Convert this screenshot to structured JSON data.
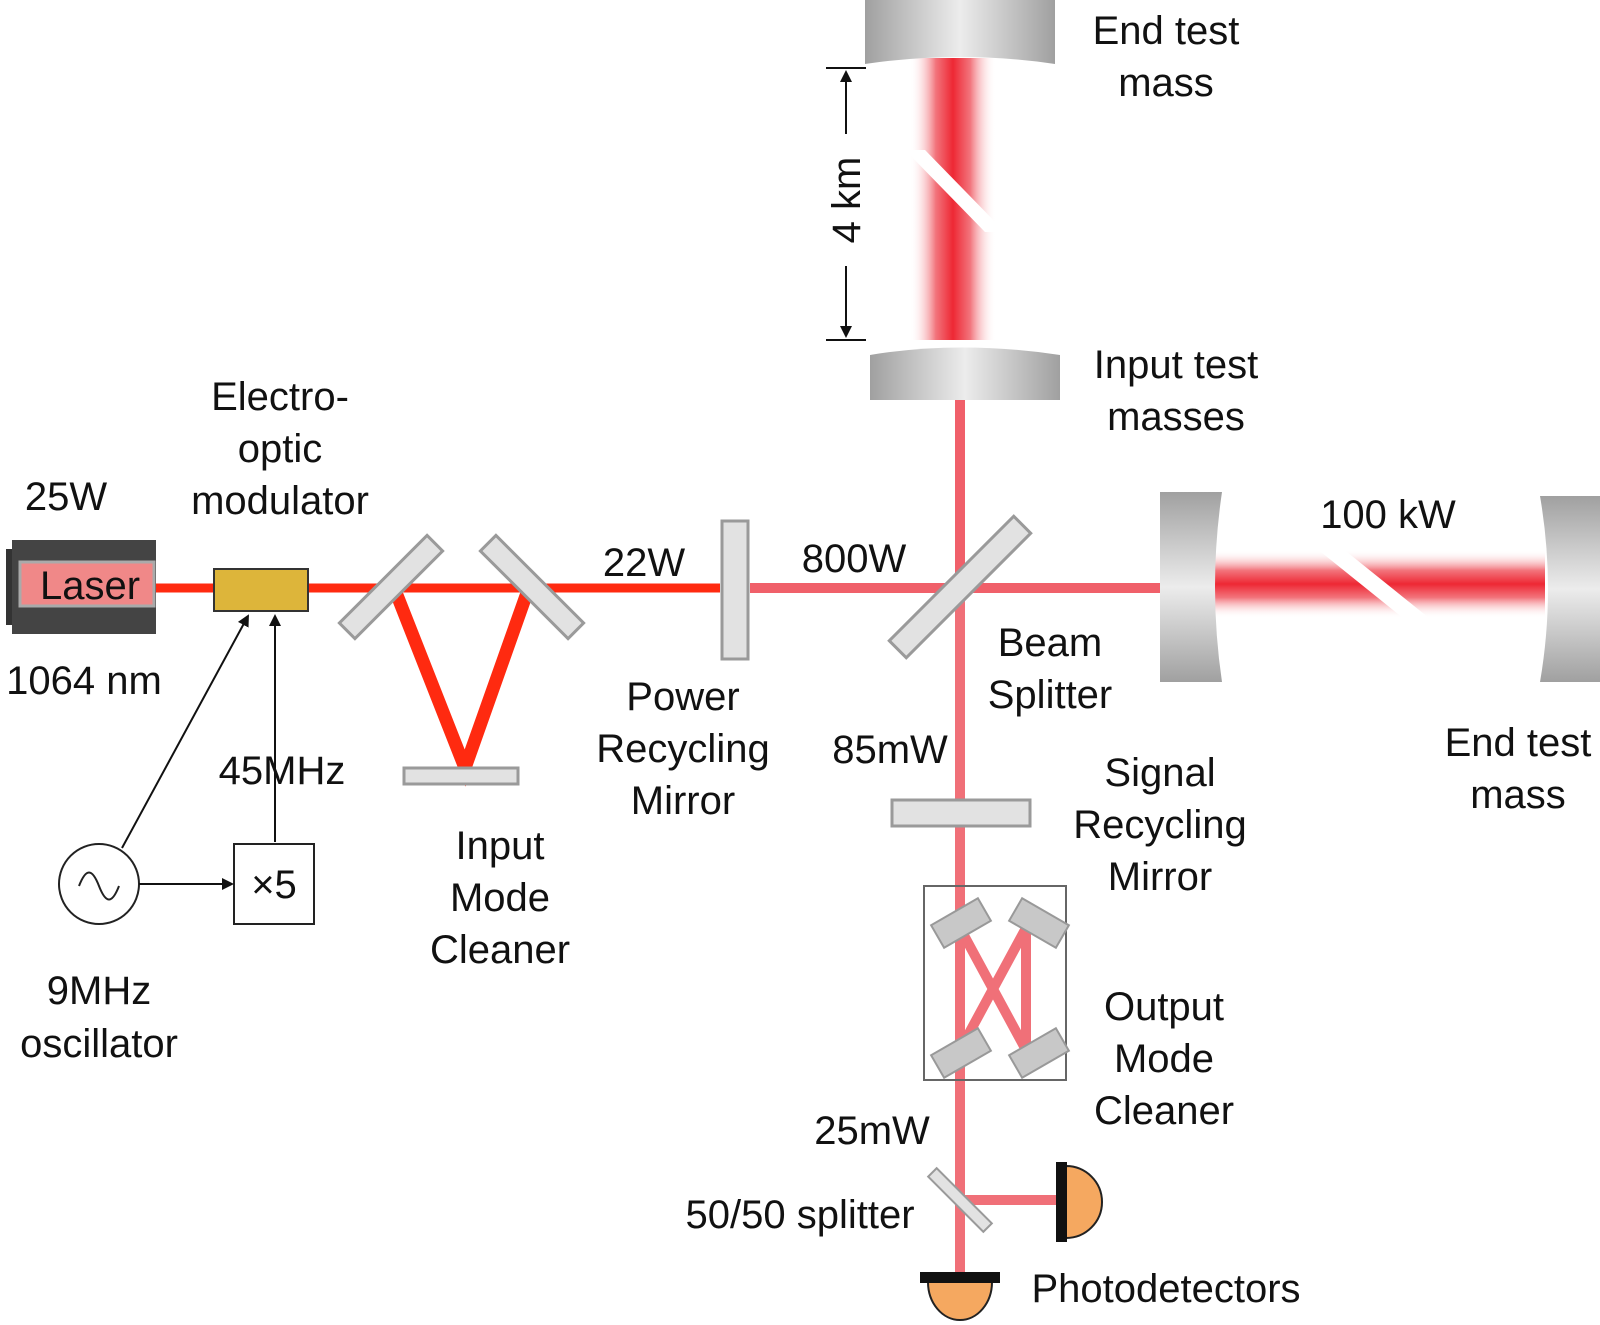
{
  "labels": {
    "laser": "Laser",
    "laser_power": "25W",
    "wavelength": "1064 nm",
    "eom_1": "Electro-",
    "eom_2": "optic",
    "eom_3": "modulator",
    "freq_45": "45MHz",
    "multiplier": "×5",
    "osc_1": "9MHz",
    "osc_2": "oscillator",
    "imc_1": "Input",
    "imc_2": "Mode",
    "imc_3": "Cleaner",
    "power_22": "22W",
    "prm_1": "Power",
    "prm_2": "Recycling",
    "prm_3": "Mirror",
    "power_800": "800W",
    "bs_1": "Beam",
    "bs_2": "Splitter",
    "power_85": "85mW",
    "srm_1": "Signal",
    "srm_2": "Recycling",
    "srm_3": "Mirror",
    "omc_1": "Output",
    "omc_2": "Mode",
    "omc_3": "Cleaner",
    "power_25": "25mW",
    "splitter": "50/50 splitter",
    "photodetectors": "Photodetectors",
    "etm_top_1": "End test",
    "etm_top_2": "mass",
    "itm_1": "Input test",
    "itm_2": "masses",
    "arm_length": "4 km",
    "power_100k": "100 kW",
    "etm_right_1": "End test",
    "etm_right_2": "mass"
  },
  "colors": {
    "beam_input": "#ff2a10",
    "beam_arm": "#f0606a",
    "beam_output": "#f07078",
    "mirror_fill": "#e2e2e2",
    "mirror_stroke": "#9a9a9a",
    "test_mass": "#bdbdbd",
    "laser_body": "#444444",
    "laser_label_bg": "#f08888",
    "eom_fill": "#ddb53a",
    "detector": "#f5a860"
  }
}
